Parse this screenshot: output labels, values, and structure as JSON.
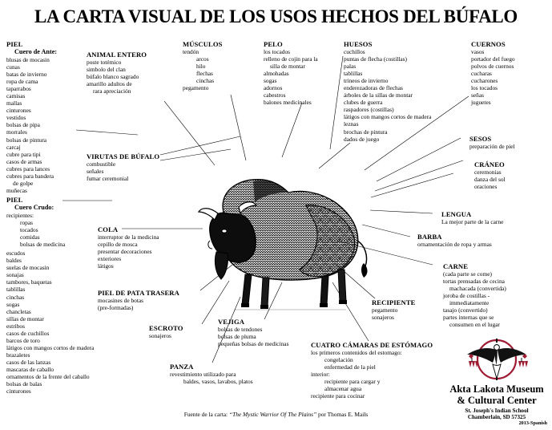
{
  "title": "LA CARTA VISUAL DE LOS USOS HECHOS DEL BÚFALO",
  "sections": {
    "piel_ante": {
      "heading": "PIEL",
      "subheading": "Cuero de Ante:",
      "items": [
        "blusas de mocasin",
        "cunas",
        "batas de invierno",
        "ropa de cama",
        "taparrabos",
        "camisas",
        "mallas",
        "cinturones",
        "vestidos",
        "bolsas de pipa",
        "morrales",
        "bolsas de pintura",
        "carcaj",
        "cubre para tipi",
        "casos de armas",
        "cubres para lances",
        "cubres para bandera",
        "de golpe",
        "muñecas"
      ]
    },
    "piel_crudo": {
      "heading": "PIEL",
      "subheading": "Cuero Crudo:",
      "lead": "recipientes:",
      "lead_items": [
        "ropas",
        "tocados",
        "comidas",
        "bolsas de medicina"
      ],
      "items": [
        "escudos",
        "baldes",
        "suelas de mocasin",
        "sonajas",
        "tambores, baquetas",
        "tablillas",
        "cinchas",
        "sogas",
        "chancletas",
        "sillas de montar",
        "estribos",
        "casos de cuchillos",
        "barcos de toro",
        "látigos con mangos cortos de madera",
        "brazaletes",
        "casos de las lanzas",
        "mascaras de caballo",
        "ornamentos de la frente del caballo",
        "bolsas de balas",
        "cinturones"
      ]
    },
    "animal_entero": {
      "heading": "ANIMAL ENTERO",
      "items": [
        "poste totémico",
        "simbolo del clan",
        "búfalo blanco sagrado",
        "amarillo adultos de",
        "rara apreciación"
      ]
    },
    "virutas": {
      "heading": "VIRUTAS DE BÚFALO",
      "items": [
        "combustible",
        "señales",
        "fumar ceremonial"
      ]
    },
    "cola": {
      "heading": "COLA",
      "items": [
        "interruptor de la medicina",
        "cepillo de mosca",
        "presentar decoraciones",
        "exteriores",
        "látigos"
      ]
    },
    "pata_trasera": {
      "heading": "PIEL DE PATA TRASERA",
      "items": [
        "mocasines de botas",
        "(pre-formadas)"
      ]
    },
    "escroto": {
      "heading": "ESCROTO",
      "items": [
        "sonajeros"
      ]
    },
    "panza": {
      "heading": "PANZA",
      "items": [
        "revestimiento utilizado para",
        "baldes, vasos, lavabos, platos"
      ]
    },
    "musculos": {
      "heading": "MÚSCULOS",
      "items": [
        "tendón",
        "arcos",
        "hilo",
        "flechas",
        "cinchas",
        "pegamento"
      ]
    },
    "pelo": {
      "heading": "PELO",
      "items": [
        "los tocados",
        "relleno de cojin para la",
        "silla de montar",
        "almohadas",
        "sogas",
        "adornos",
        "cabestros",
        "balones medicinales"
      ]
    },
    "vejiga": {
      "heading": "VEJIGA",
      "items": [
        "bolsas de tendones",
        "bolsas de pluma",
        "pequeñas bolsas de medicinas"
      ]
    },
    "huesos": {
      "heading": "HUESOS",
      "items": [
        "cuchillos",
        "puntas de flecha (costillas)",
        "palas",
        "tablillas",
        "trineos de invierno",
        "enderezadoras de flechas",
        "árboles de la sillas de montar",
        "clubes de guerra",
        "raspadores (costillas)",
        "látigos con mangos cortos de madera",
        "leznas",
        "brochas de pintura",
        "dados de juego"
      ]
    },
    "recipiente": {
      "heading": "RECIPIENTE",
      "items": [
        "pegamento",
        "sonajeros"
      ]
    },
    "estomago": {
      "heading": "CUATRO CÁMARAS DE ESTÓMAGO",
      "items": [
        "los primeros contenidos del estomago:",
        "congelación",
        "enfermedad de la piel",
        "interior:",
        "recipiente para cargar y",
        "almacenar agua",
        "recipiente para cocinar"
      ]
    },
    "cuernos": {
      "heading": "CUERNOS",
      "items": [
        "vasos",
        "portador del fuego",
        "polvos de cuernos",
        "cucharas",
        "cucharones",
        "los tocados",
        "señas",
        "juguetes"
      ]
    },
    "sesos": {
      "heading": "SESOS",
      "items": [
        "preparación de piel"
      ]
    },
    "craneo": {
      "heading": "CRÁNEO",
      "items": [
        "ceremonias",
        "danza del sol",
        "oraciones"
      ]
    },
    "lengua": {
      "heading": "LENGUA",
      "items": [
        "La mejor parte de la carne"
      ]
    },
    "barba": {
      "heading": "BARBA",
      "items": [
        "ornamentación de ropa y armas"
      ]
    },
    "carne": {
      "heading": "CARNE",
      "items": [
        "(cada parte se come)",
        "tortas prensadas de cecina",
        "machacada (convertida)",
        "joroba de costillas -",
        "immediatamente",
        "tasajo (convertido)",
        "partes internas que se",
        "consumen en el lugar"
      ]
    }
  },
  "logo": {
    "line1": "Akta Lakota Museum",
    "line2": "& Cultural Center",
    "line3": "St. Joseph's Indian School",
    "line4": "Chamberlain, SD 57325"
  },
  "footer": {
    "source_prefix": "Fuente de la carta:",
    "source_title": "“The Mystic Warrior Of The Plains”",
    "source_suffix": "por Thomas E. Mails",
    "version": "2013-Spanish"
  },
  "colors": {
    "ink": "#000000",
    "logo_red": "#9e1b32",
    "paper": "#ffffff"
  }
}
